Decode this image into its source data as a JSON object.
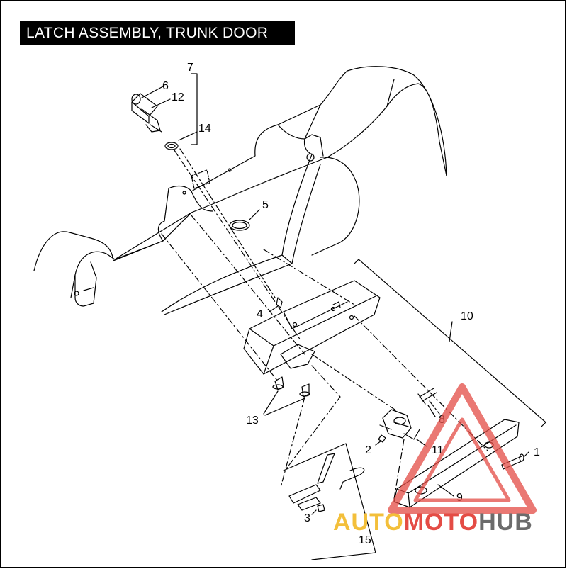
{
  "title": "LATCH ASSEMBLY, TRUNK DOOR",
  "callouts": [
    {
      "id": "c1",
      "label": "1"
    },
    {
      "id": "c2",
      "label": "2"
    },
    {
      "id": "c3",
      "label": "3"
    },
    {
      "id": "c4",
      "label": "4"
    },
    {
      "id": "c5",
      "label": "5"
    },
    {
      "id": "c6",
      "label": "6"
    },
    {
      "id": "c7",
      "label": "7"
    },
    {
      "id": "c8",
      "label": "8"
    },
    {
      "id": "c9",
      "label": "9"
    },
    {
      "id": "c10",
      "label": "10"
    },
    {
      "id": "c11",
      "label": "11"
    },
    {
      "id": "c12",
      "label": "12"
    },
    {
      "id": "c13",
      "label": "13"
    },
    {
      "id": "c14",
      "label": "14"
    },
    {
      "id": "c15",
      "label": "15"
    }
  ],
  "watermark": {
    "part1": "AUTO",
    "part2": "MOTO",
    "part3": "HUB",
    "colors": {
      "part1": "#f3bf3a",
      "part2": "#e44c45",
      "part3": "#6b6b6b"
    }
  }
}
